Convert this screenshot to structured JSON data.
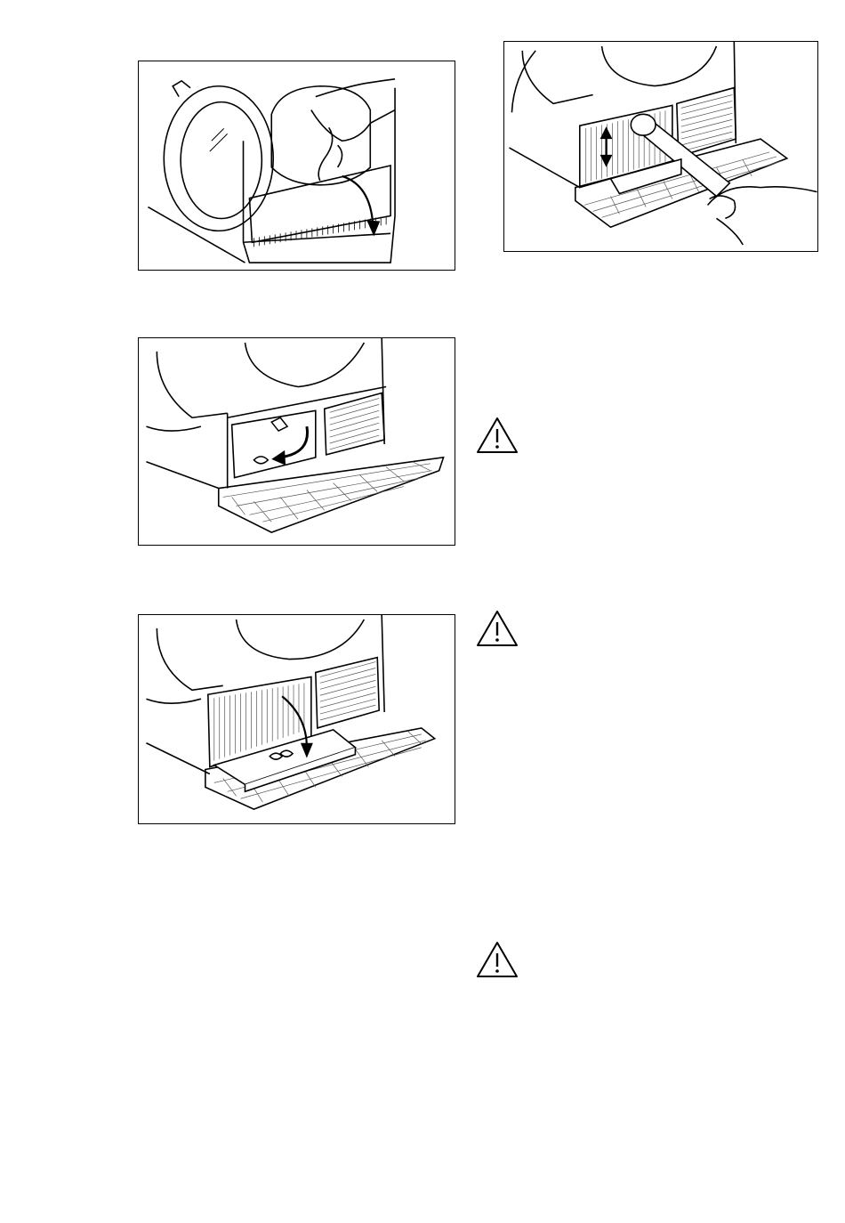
{
  "figures": [
    {
      "name": "open-door-and-plinth-figure",
      "icon": "dryer-open-door-illustration"
    },
    {
      "name": "unlock-filter-cover-figure",
      "icon": "dryer-plinth-unlock-illustration"
    },
    {
      "name": "remove-filter-figure",
      "icon": "dryer-filter-pull-out-illustration"
    },
    {
      "name": "vacuum-filter-figure",
      "icon": "dryer-filter-vacuum-illustration"
    }
  ],
  "warnings": [
    {
      "icon": "warning-triangle-icon"
    },
    {
      "icon": "warning-triangle-icon"
    },
    {
      "icon": "warning-triangle-icon"
    }
  ],
  "colors": {
    "line": "#000000",
    "background": "#ffffff",
    "hatch": "#555555"
  }
}
